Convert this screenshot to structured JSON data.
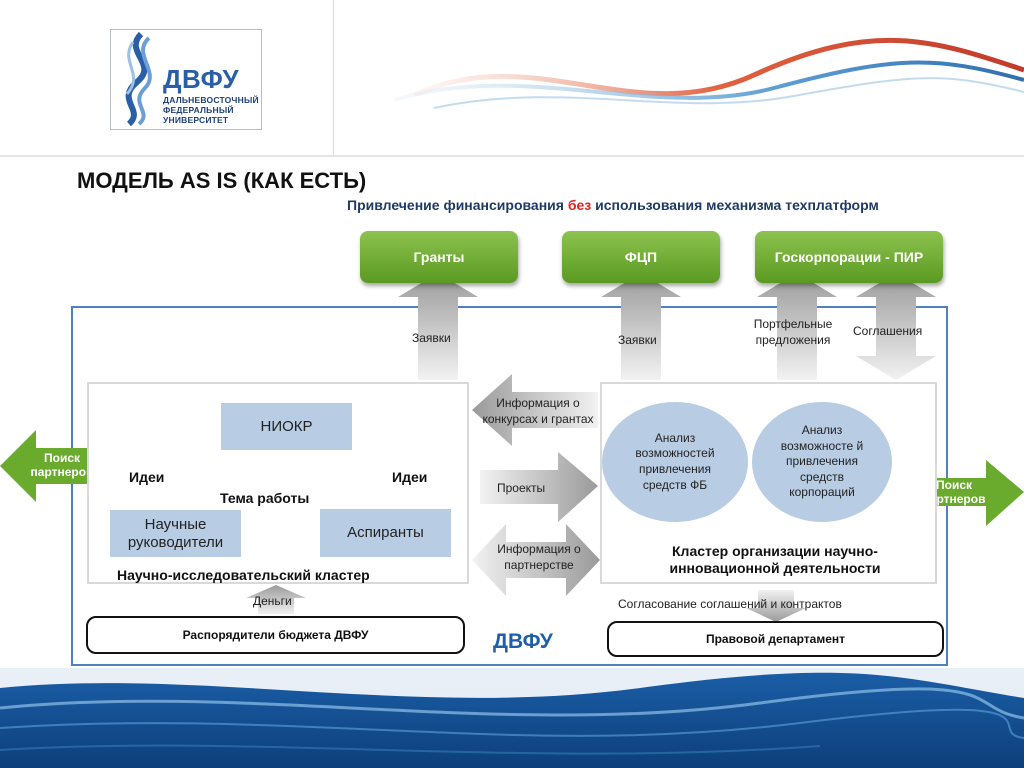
{
  "header": {
    "logo_name": "ДВФУ",
    "logo_line1": "ДАЛЬНЕВОСТОЧНЫЙ",
    "logo_line2": "ФЕДЕРАЛЬНЫЙ",
    "logo_line3": "УНИВЕРСИТЕТ"
  },
  "title": "МОДЕЛЬ AS IS (КАК ЕСТЬ)",
  "subtitle": {
    "part1": "Привлечение финансирования ",
    "highlight": "без",
    "part2": " использования механизма техплатформ"
  },
  "funding": {
    "grants": "Гранты",
    "fcp": "ФЦП",
    "goscorp": "Госкорпорации - ПИР"
  },
  "arrow_labels": {
    "zayavki_1": "Заявки",
    "zayavki_2": "Заявки",
    "portfolio": "Портфельные предложения",
    "agreements": "Соглашения",
    "info_contests": "Информация о конкурсах и грантах",
    "projects": "Проекты",
    "info_partnership": "Информация о партнерстве",
    "money": "Деньги",
    "contracts": "Согласование соглашений и контрактов"
  },
  "side": {
    "left": "Поиск партнеров",
    "right": "Поиск партнеров"
  },
  "research_cluster": {
    "niokr": "НИОКР",
    "ideas_left": "Идеи",
    "ideas_right": "Идеи",
    "topic": "Тема работы",
    "supervisors": "Научные руководители",
    "postgrads": "Аспиранты",
    "label": "Научно-исследовательский кластер"
  },
  "innovation_cluster": {
    "oval1": "Анализ возможностей привлечения средств ФБ",
    "oval2": "Анализ возможносте й привлечения средств корпораций",
    "label": "Кластер организации научно-инновационной деятельности"
  },
  "bottom": {
    "budget": "Распорядители бюджета ДВФУ",
    "dvfu": "ДВФУ",
    "legal": "Правовой департамент"
  },
  "colors": {
    "green_button": "#6aab2e",
    "light_blue": "#b8cce4",
    "frame_blue": "#4f81bd",
    "highlight_red": "#e2231a",
    "arrow_gray": "#bfbfbf"
  }
}
